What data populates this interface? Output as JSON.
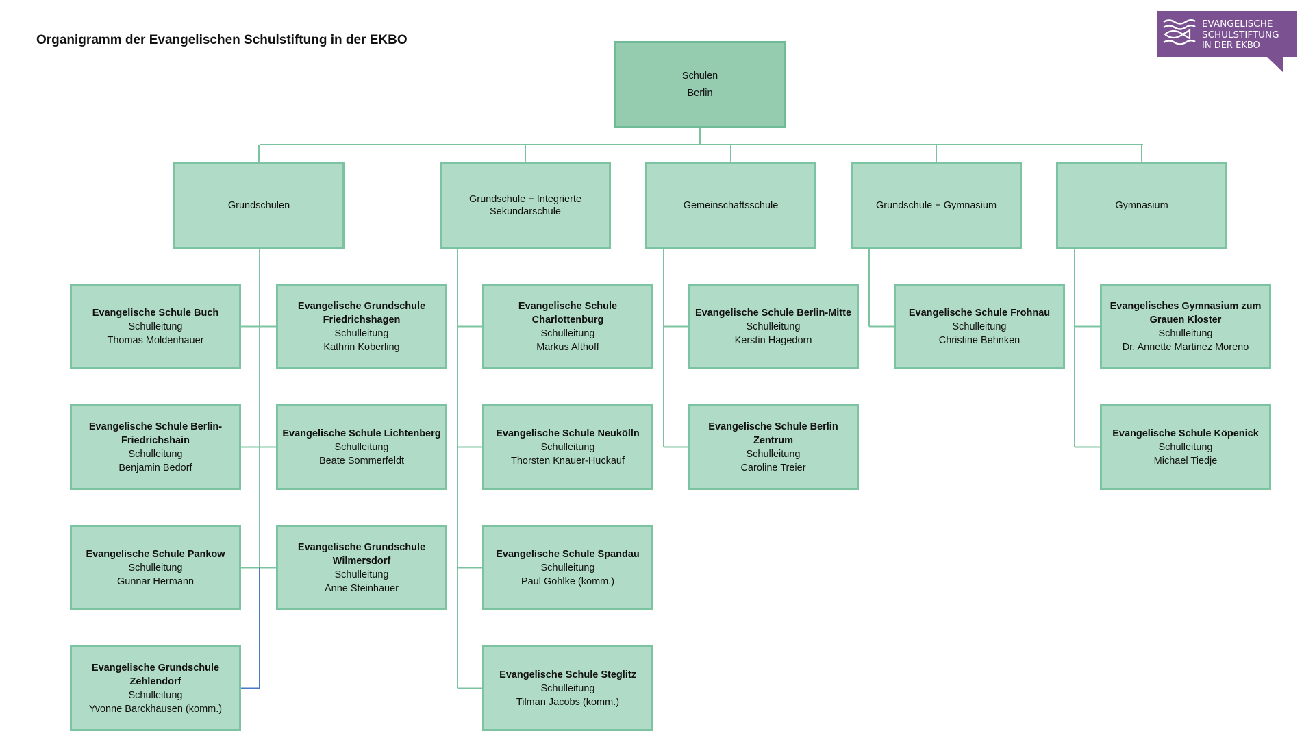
{
  "title": "Organigramm der Evangelischen Schulstiftung in der EKBO",
  "logo": {
    "line1": "EVANGELISCHE",
    "line2": "SCHULSTIFTUNG",
    "line3": "IN DER EKBO",
    "color": "#7b5191"
  },
  "colors": {
    "box_fill": "#b0dbc6",
    "root_fill": "#95ccb0",
    "border": "#7cc3a1",
    "line": "#7cc3a1",
    "accent_line": "#4a79c4"
  },
  "root": {
    "line1": "Schulen",
    "line2": "Berlin"
  },
  "categories": [
    {
      "label": "Grundschulen",
      "schools": [
        {
          "name": "Evangelische Schule Buch",
          "role": "Schulleitung",
          "person": "Thomas Moldenhauer"
        },
        {
          "name": "Evangelische Grundschule Friedrichshagen",
          "role": "Schulleitung",
          "person": "Kathrin Koberling"
        },
        {
          "name": "Evangelische Schule Berlin-Friedrichshain",
          "role": "Schulleitung",
          "person": "Benjamin Bedorf"
        },
        {
          "name": "Evangelische Schule Lichtenberg",
          "role": "Schulleitung",
          "person": "Beate Sommerfeldt"
        },
        {
          "name": "Evangelische Schule Pankow",
          "role": "Schulleitung",
          "person": "Gunnar Hermann"
        },
        {
          "name": "Evangelische Grundschule Wilmersdorf",
          "role": "Schulleitung",
          "person": "Anne Steinhauer"
        },
        {
          "name": "Evangelische Grundschule Zehlendorf",
          "role": "Schulleitung",
          "person": "Yvonne Barckhausen (komm.)"
        }
      ]
    },
    {
      "label": "Grundschule + Integrierte Sekundarschule",
      "schools": [
        {
          "name": "Evangelische Schule Charlottenburg",
          "role": "Schulleitung",
          "person": "Markus Althoff"
        },
        {
          "name": "Evangelische Schule Neukölln",
          "role": "Schulleitung",
          "person": "Thorsten Knauer-Huckauf"
        },
        {
          "name": "Evangelische Schule Spandau",
          "role": "Schulleitung",
          "person": "Paul Gohlke (komm.)"
        },
        {
          "name": "Evangelische Schule Steglitz",
          "role": "Schulleitung",
          "person": "Tilman Jacobs (komm.)"
        }
      ]
    },
    {
      "label": "Gemeinschaftsschule",
      "schools": [
        {
          "name": "Evangelische Schule Berlin-Mitte",
          "role": "Schulleitung",
          "person": "Kerstin Hagedorn"
        },
        {
          "name": "Evangelische Schule Berlin Zentrum",
          "role": "Schulleitung",
          "person": "Caroline Treier"
        }
      ]
    },
    {
      "label": "Grundschule + Gymnasium",
      "schools": [
        {
          "name": "Evangelische Schule Frohnau",
          "role": "Schulleitung",
          "person": "Christine Behnken"
        }
      ]
    },
    {
      "label": "Gymnasium",
      "schools": [
        {
          "name": "Evangelisches Gymnasium zum Grauen Kloster",
          "role": "Schulleitung",
          "person": "Dr. Annette Martinez Moreno"
        },
        {
          "name": "Evangelische Schule Köpenick",
          "role": "Schulleitung",
          "person": "Michael Tiedje"
        }
      ]
    }
  ]
}
